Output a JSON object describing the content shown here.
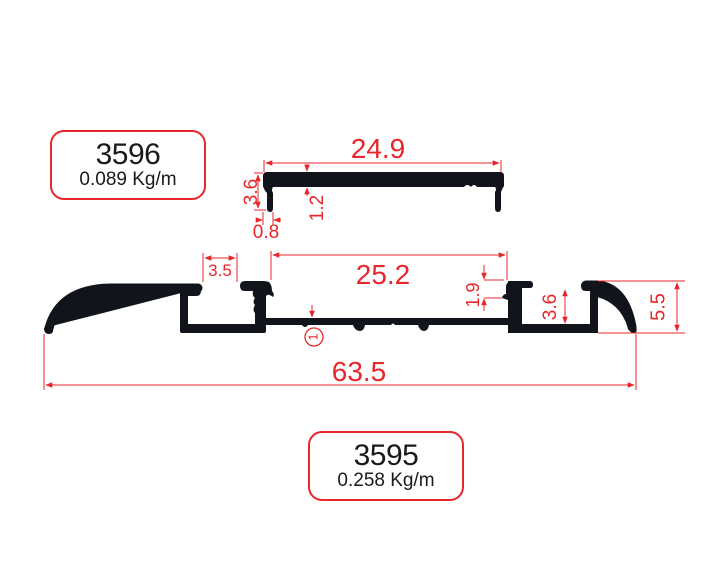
{
  "colors": {
    "dimension": "#e8262b",
    "profile": "#11141a",
    "label_border": "#e8262b",
    "text": "#1a1a1a",
    "background": "#ffffff"
  },
  "profiles": [
    {
      "code": "3596",
      "weight": "0.089 Kg/m",
      "role": "cover profile (top)",
      "dimensions": {
        "width": "24.9",
        "height": "3.6",
        "wall_thickness": "1.2",
        "lip_thickness": "0.8"
      }
    },
    {
      "code": "3595",
      "weight": "0.258 Kg/m",
      "role": "base profile (bottom)",
      "dimensions": {
        "overall_width": "63.5",
        "inner_opening": "25.2",
        "slot_width": "3.5",
        "lip_height": "1.9",
        "channel_depth": "3.6",
        "total_height": "5.5",
        "thickness_marker": "1"
      }
    }
  ]
}
